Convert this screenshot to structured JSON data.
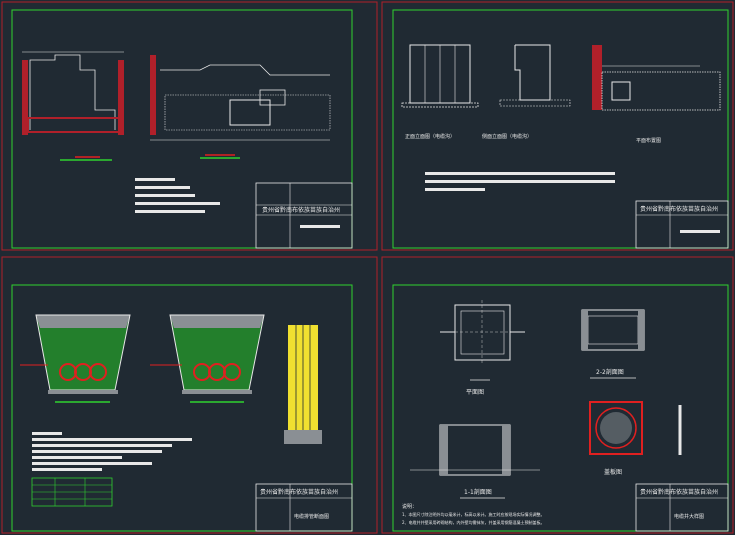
{
  "colors": {
    "background": "#202a33",
    "sheet_border": "#2fd12f",
    "frame_red": "#b0202a",
    "line_white": "#e8e8e8",
    "fill_green": "#27c427",
    "fill_yellow": "#f0e030",
    "accent_red": "#e02020",
    "gravel_gray": "#8a8f94"
  },
  "sheets": [
    {
      "id": "sheet-1",
      "title_block": {
        "company": "贵州省黔南布依族苗族自治州",
        "drawing_name": ""
      },
      "notes_lines": 5
    },
    {
      "id": "sheet-2",
      "captions": [
        "正面立面图（电缆沟）",
        "侧面立面图（电缆沟）",
        "平面布置图"
      ],
      "title_block": {
        "company": "贵州省黔南布依族苗族自治州",
        "drawing_name": ""
      },
      "notes_lines": 3
    },
    {
      "id": "sheet-3",
      "title_block": {
        "company": "贵州省黔南布依族苗族自治州",
        "drawing_name": "电缆排管断面图"
      },
      "notes_lines": 7
    },
    {
      "id": "sheet-4",
      "captions": [
        "平面图",
        "1-1剖面图",
        "2-2剖面图",
        "盖板图"
      ],
      "notes": {
        "heading": "说明：",
        "items": [
          "1、本图尺寸除注明外均以毫米计，标高以米计。施工时应按现场实际情况调整。",
          "2、电缆井井壁采用砖砌结构，内外壁均需抹灰，井盖采用钢筋混凝土预制盖板。"
        ]
      },
      "title_block": {
        "company": "贵州省黔南布依族苗族自治州",
        "drawing_name": "电缆井大样图"
      }
    }
  ]
}
